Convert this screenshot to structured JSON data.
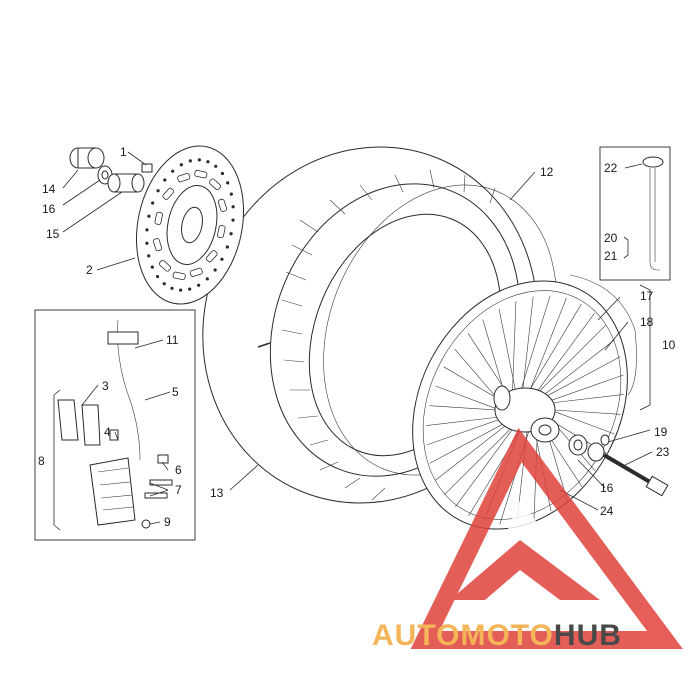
{
  "diagram": {
    "callouts": [
      {
        "id": "c1",
        "label": "1"
      },
      {
        "id": "c2",
        "label": "2"
      },
      {
        "id": "c3",
        "label": "3"
      },
      {
        "id": "c4",
        "label": "4"
      },
      {
        "id": "c5",
        "label": "5"
      },
      {
        "id": "c6",
        "label": "6"
      },
      {
        "id": "c7",
        "label": "7"
      },
      {
        "id": "c8",
        "label": "8"
      },
      {
        "id": "c9",
        "label": "9"
      },
      {
        "id": "c10",
        "label": "10"
      },
      {
        "id": "c11",
        "label": "11"
      },
      {
        "id": "c12",
        "label": "12"
      },
      {
        "id": "c13",
        "label": "13"
      },
      {
        "id": "c14",
        "label": "14"
      },
      {
        "id": "c15",
        "label": "15"
      },
      {
        "id": "c16a",
        "label": "16"
      },
      {
        "id": "c16b",
        "label": "16"
      },
      {
        "id": "c17",
        "label": "17"
      },
      {
        "id": "c18",
        "label": "18"
      },
      {
        "id": "c19",
        "label": "19"
      },
      {
        "id": "c20",
        "label": "20"
      },
      {
        "id": "c21",
        "label": "21"
      },
      {
        "id": "c22",
        "label": "22"
      },
      {
        "id": "c23",
        "label": "23"
      },
      {
        "id": "c24",
        "label": "24"
      }
    ]
  },
  "watermark": {
    "text_part1": "AUTOMOTO",
    "text_part2": "HUB",
    "color_red": "#e0423c",
    "color_orange": "#f2a93b",
    "color_dark": "#2a2a2a"
  }
}
